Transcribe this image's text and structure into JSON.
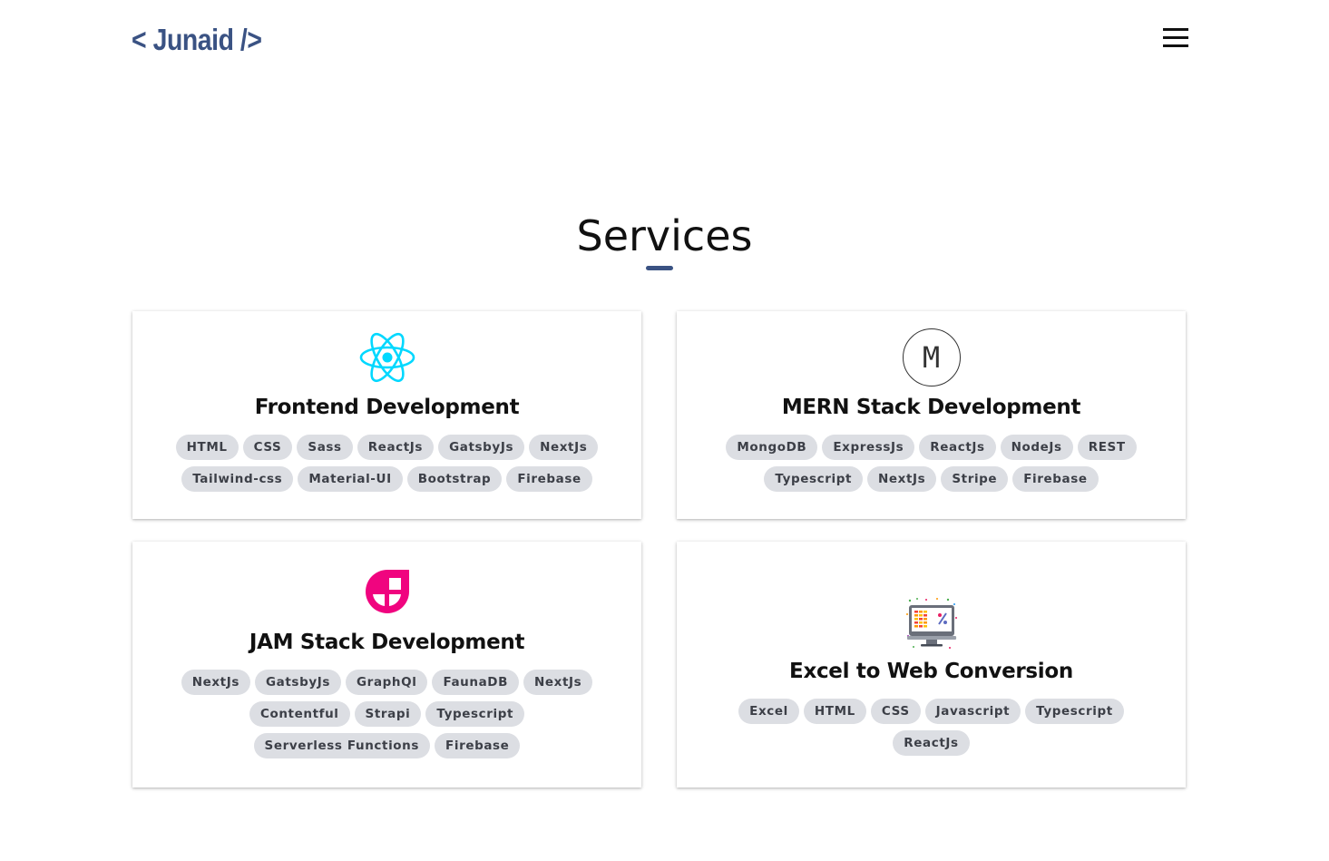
{
  "header": {
    "logo_text": "< Junaid />"
  },
  "section": {
    "title": "Services"
  },
  "accent_color": "#3a5283",
  "cards": [
    {
      "icon": "react-icon",
      "title": "Frontend Development",
      "tags": [
        "HTML",
        "CSS",
        "Sass",
        "ReactJs",
        "GatsbyJs",
        "NextJs",
        "Tailwind-css",
        "Material-UI",
        "Bootstrap",
        "Firebase"
      ]
    },
    {
      "icon": "mern-icon",
      "icon_text": "M",
      "title": "MERN Stack Development",
      "tags": [
        "MongoDB",
        "ExpressJs",
        "ReactJs",
        "NodeJs",
        "REST",
        "Typescript",
        "NextJs",
        "Stripe",
        "Firebase"
      ]
    },
    {
      "icon": "jamstack-icon",
      "title": "JAM Stack Development",
      "tags": [
        "NextJs",
        "GatsbyJs",
        "GraphQl",
        "FaunaDB",
        "NextJs",
        "Contentful",
        "Strapi",
        "Typescript",
        "Serverless Functions",
        "Firebase"
      ]
    },
    {
      "icon": "excel-to-web-icon",
      "title": "Excel to Web Conversion",
      "tags": [
        "Excel",
        "HTML",
        "CSS",
        "Javascript",
        "Typescript",
        "ReactJs"
      ]
    }
  ]
}
